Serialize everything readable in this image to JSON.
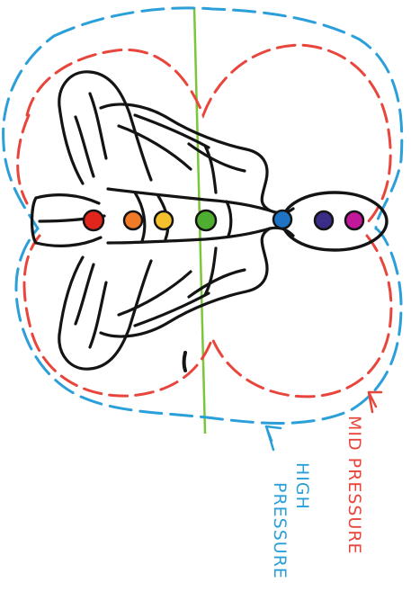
{
  "labels": {
    "mid_pressure": "MID PRESSURE",
    "high_line1": "HIGH",
    "high_line2": "PRESSURE"
  },
  "colors": {
    "paper": "#ffffff",
    "ink": "#141414",
    "mid_pressure": "#e8453c",
    "high_pressure": "#2b9fd9",
    "central_axis": "#7cc63a",
    "arrow_mid": "#e8453c",
    "arrow_high": "#2b9fd9"
  },
  "chakras": [
    {
      "name": "root",
      "color": "#e0261c"
    },
    {
      "name": "sacral",
      "color": "#f07a28"
    },
    {
      "name": "solar-plexus",
      "color": "#f4c02c"
    },
    {
      "name": "heart",
      "color": "#4fae32"
    },
    {
      "name": "throat",
      "color": "#1f73c4"
    },
    {
      "name": "third-eye",
      "color": "#3a2d88"
    },
    {
      "name": "crown",
      "color": "#c2189a"
    }
  ]
}
